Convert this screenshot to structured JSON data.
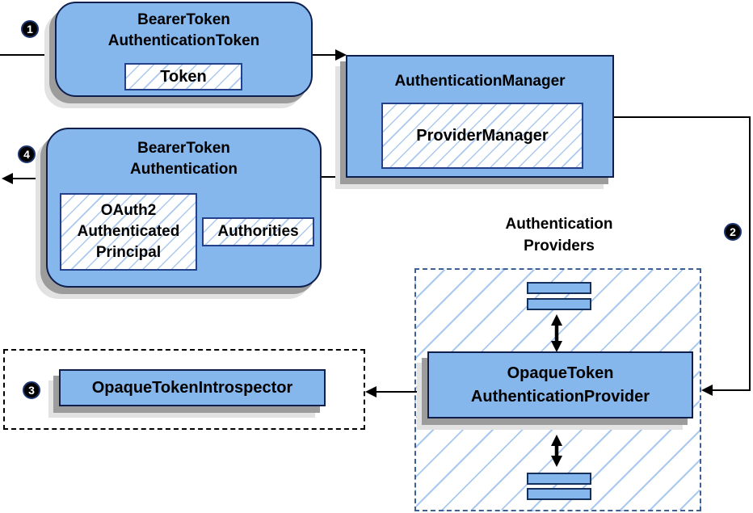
{
  "badges": {
    "step1": "1",
    "step2": "2",
    "step3": "3",
    "step4": "4"
  },
  "nodes": {
    "bearer_token_authentication_token": {
      "title_lines": [
        "BearerToken",
        "AuthenticationToken"
      ],
      "token_label": "Token"
    },
    "authentication_manager": {
      "title": "AuthenticationManager",
      "provider_manager_label": "ProviderManager"
    },
    "bearer_token_authentication": {
      "title_lines": [
        "BearerToken",
        "Authentication"
      ],
      "principal_lines": [
        "OAuth2",
        "Authenticated",
        "Principal"
      ],
      "authorities_label": "Authorities"
    },
    "opaque_token_authentication_provider": {
      "title_lines": [
        "OpaqueToken",
        "AuthenticationProvider"
      ]
    },
    "opaque_token_introspector": {
      "label": "OpaqueTokenIntrospector"
    },
    "authentication_providers": {
      "label_lines": [
        "Authentication",
        "Providers"
      ]
    }
  },
  "colors": {
    "node_fill": "#85b6ec",
    "node_border": "#0e1f4d",
    "chip_border": "#23418a",
    "hatch_line": "#a9c9f1",
    "providers_dashed_border": "#3c6096",
    "introspector_dashed_border": "#000000",
    "shadow_dark": "#9c9c9c",
    "shadow_light": "#e2e2e2",
    "connector": "#000000",
    "badge_bg": "#000000",
    "badge_text": "#ffffff"
  }
}
